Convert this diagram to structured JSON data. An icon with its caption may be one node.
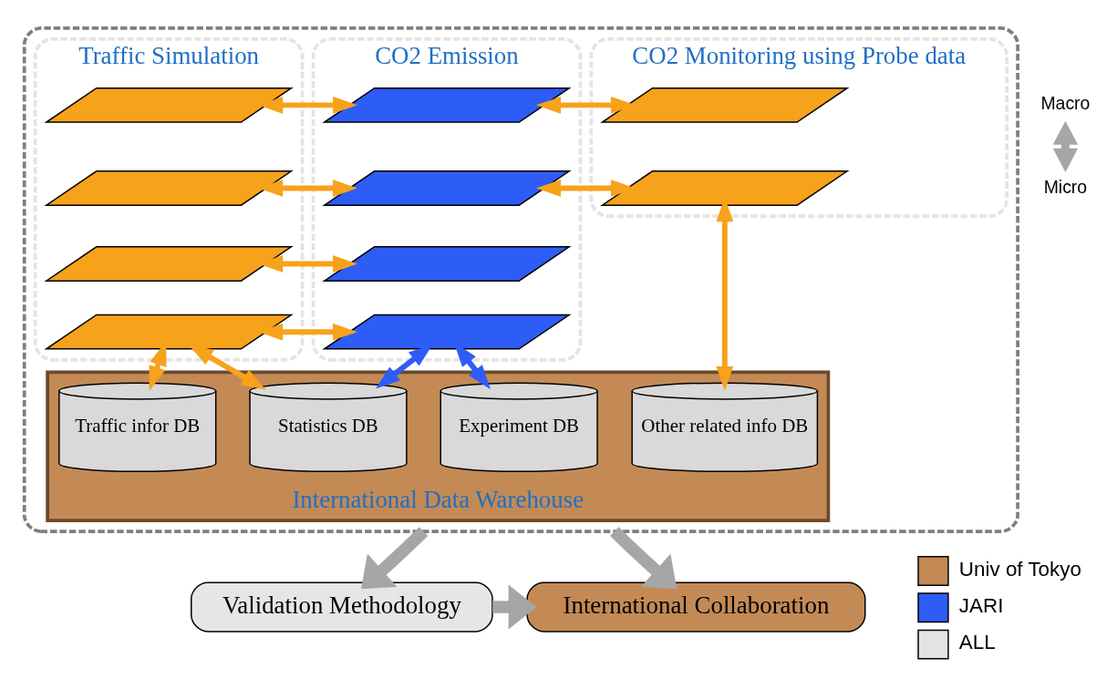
{
  "diagram": {
    "nodes": [
      {
        "text": [],
        "shape": "box"
      },
      {
        "text": [
          "Traffic Simulation"
        ],
        "in": 0
      },
      {
        "text": [],
        "shape": "parallelogram",
        "in": 1
      },
      {
        "text": [],
        "shape": "parallelogram",
        "in": 1
      },
      {
        "text": [],
        "shape": "parallelogram",
        "in": 1
      },
      {
        "text": [],
        "shape": "parallelogram",
        "in": 1
      },
      {
        "text": [
          "CO2 Emission"
        ],
        "in": 0
      },
      {
        "text": [],
        "shape": "parallelogram",
        "in": 6
      },
      {
        "text": [],
        "shape": "parallelogram",
        "in": 6
      },
      {
        "text": [],
        "shape": "parallelogram",
        "in": 6
      },
      {
        "text": [],
        "shape": "parallelogram",
        "in": 6
      },
      {
        "text": [
          "CO2 Monitoring using Probe data"
        ],
        "in": 0
      },
      {
        "text": [],
        "shape": "parallelogram",
        "in": 11
      },
      {
        "text": [],
        "shape": "parallelogram",
        "in": 11
      },
      {
        "text": [
          "International Data Warehouse"
        ],
        "in": 0
      },
      {
        "text": [
          "Traffic infor DB"
        ],
        "in": 14
      },
      {
        "text": [
          "Statistics DB"
        ],
        "in": 14
      },
      {
        "text": [
          "Experiment DB"
        ],
        "in": 14
      },
      {
        "text": [
          "Other related info DB"
        ],
        "in": 14
      },
      {
        "text": [
          "Validation Methodology"
        ]
      },
      {
        "text": [
          "International Collaboration"
        ]
      }
    ],
    "edges": [
      {
        "from": 2,
        "to": 7,
        "arrow": "both"
      },
      {
        "from": 3,
        "to": 8,
        "arrow": "both"
      },
      {
        "from": 4,
        "to": 9,
        "arrow": "both"
      },
      {
        "from": 5,
        "to": 10,
        "arrow": "both"
      },
      {
        "from": 7,
        "to": 12,
        "arrow": "both"
      },
      {
        "from": 8,
        "to": 13,
        "arrow": "both"
      },
      {
        "from": 5,
        "to": 15,
        "arrow": "both"
      },
      {
        "from": 5,
        "to": 16,
        "arrow": "both"
      },
      {
        "from": 10,
        "to": 16,
        "arrow": "both",
        "color": "#2e5cf6"
      },
      {
        "from": 10,
        "to": 17,
        "arrow": "both",
        "color": "#2e5cf6"
      },
      {
        "from": 13,
        "to": 18,
        "arrow": "both"
      },
      {
        "from": 0,
        "to": 19,
        "arrow": "to",
        "style": "thick",
        "color": "#a6a6a6"
      },
      {
        "from": 0,
        "to": 20,
        "arrow": "to",
        "style": "thick",
        "color": "#a6a6a6"
      },
      {
        "from": 19,
        "to": 20,
        "arrow": "to",
        "style": "thick",
        "color": "#a6a6a6"
      }
    ],
    "labels": [
      "Macro",
      "Micro"
    ],
    "legend": [
      {
        "text": "Univ of Tokyo",
        "color": "#c48a55"
      },
      {
        "text": "JARI",
        "color": "#2e5cf6"
      },
      {
        "text": "ALL",
        "color": "#e3e3e3"
      }
    ]
  }
}
